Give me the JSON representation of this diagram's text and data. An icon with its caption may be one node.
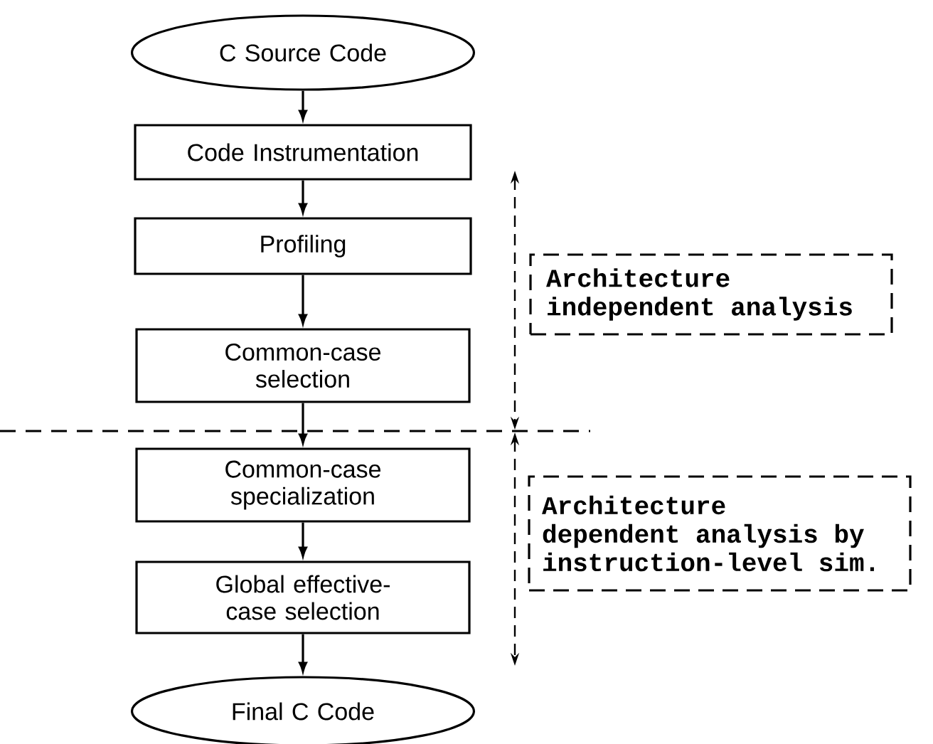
{
  "diagram": {
    "nodes": [
      {
        "text": [
          "C Source Code"
        ]
      },
      {
        "text": [
          "Code Instrumentation"
        ]
      },
      {
        "text": [
          "Profiling"
        ]
      },
      {
        "text": [
          "Common-case selection"
        ]
      },
      {
        "text": [
          "Common-case specialization"
        ]
      },
      {
        "text": [
          "Global effective-case selection"
        ]
      },
      {
        "text": [
          "Final C Code"
        ]
      },
      {
        "text": [
          "Architecture independent analysis"
        ]
      },
      {
        "text": [
          "Architecture dependent analysis by instruction-level sim."
        ]
      }
    ],
    "edges": [
      {
        "from": 0,
        "to": 1,
        "arrow": "to"
      },
      {
        "from": 1,
        "to": 2,
        "arrow": "to"
      },
      {
        "from": 2,
        "to": 3,
        "arrow": "to"
      },
      {
        "from": 3,
        "to": 4,
        "arrow": "to"
      },
      {
        "from": 4,
        "to": 5,
        "arrow": "to"
      },
      {
        "from": 5,
        "to": 6,
        "arrow": "to"
      }
    ]
  }
}
